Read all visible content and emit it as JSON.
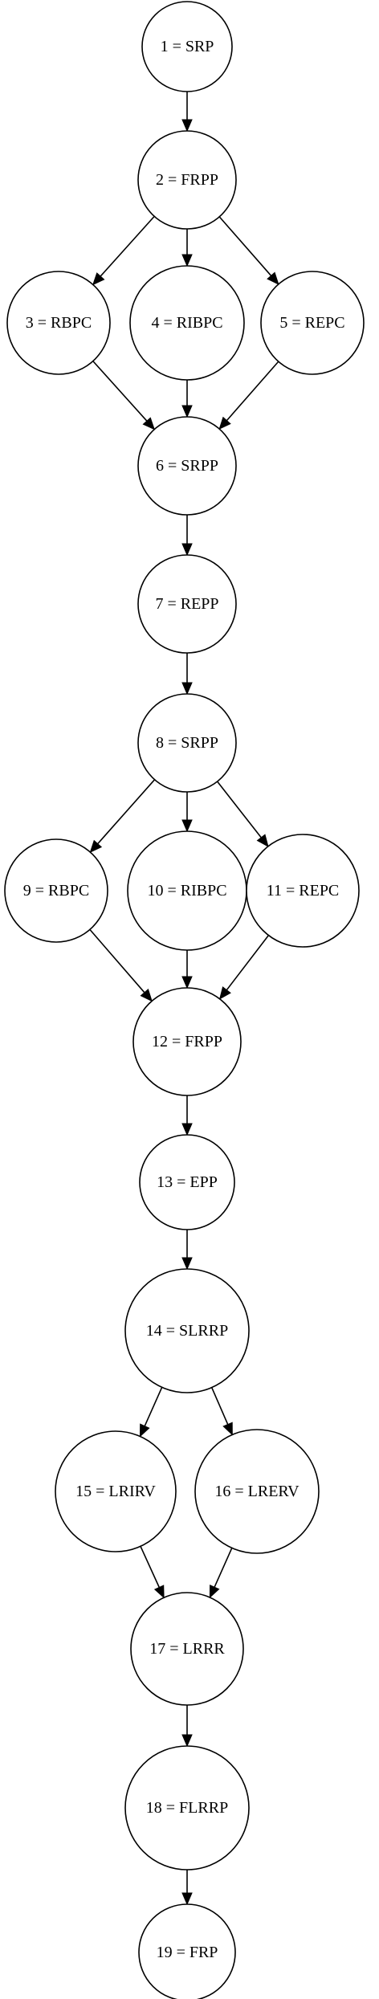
{
  "diagram": {
    "nodes": [
      {
        "id": "1",
        "label": "1 = SRP"
      },
      {
        "id": "2",
        "label": "2 = FRPP"
      },
      {
        "id": "3",
        "label": "3 = RBPC"
      },
      {
        "id": "4",
        "label": "4 = RIBPC"
      },
      {
        "id": "5",
        "label": "5 = REPC"
      },
      {
        "id": "6",
        "label": "6 = SRPP"
      },
      {
        "id": "7",
        "label": "7 = REPP"
      },
      {
        "id": "8",
        "label": "8 = SRPP"
      },
      {
        "id": "9",
        "label": "9 = RBPC"
      },
      {
        "id": "10",
        "label": "10 = RIBPC"
      },
      {
        "id": "11",
        "label": "11 = REPC"
      },
      {
        "id": "12",
        "label": "12 = FRPP"
      },
      {
        "id": "13",
        "label": "13 = EPP"
      },
      {
        "id": "14",
        "label": "14 = SLRRP"
      },
      {
        "id": "15",
        "label": "15 = LRIRV"
      },
      {
        "id": "16",
        "label": "16 = LRERV"
      },
      {
        "id": "17",
        "label": "17 = LRRR"
      },
      {
        "id": "18",
        "label": "18 = FLRRP"
      },
      {
        "id": "19",
        "label": "19 = FRP"
      }
    ],
    "edges": [
      {
        "from": "1",
        "to": "2"
      },
      {
        "from": "2",
        "to": "3"
      },
      {
        "from": "2",
        "to": "4"
      },
      {
        "from": "2",
        "to": "5"
      },
      {
        "from": "3",
        "to": "6"
      },
      {
        "from": "4",
        "to": "6"
      },
      {
        "from": "5",
        "to": "6"
      },
      {
        "from": "6",
        "to": "7"
      },
      {
        "from": "7",
        "to": "8"
      },
      {
        "from": "8",
        "to": "9"
      },
      {
        "from": "8",
        "to": "10"
      },
      {
        "from": "8",
        "to": "11"
      },
      {
        "from": "9",
        "to": "12"
      },
      {
        "from": "10",
        "to": "12"
      },
      {
        "from": "11",
        "to": "12"
      },
      {
        "from": "12",
        "to": "13"
      },
      {
        "from": "13",
        "to": "14"
      },
      {
        "from": "14",
        "to": "15"
      },
      {
        "from": "14",
        "to": "16"
      },
      {
        "from": "15",
        "to": "17"
      },
      {
        "from": "16",
        "to": "17"
      },
      {
        "from": "17",
        "to": "18"
      },
      {
        "from": "18",
        "to": "19"
      }
    ]
  }
}
